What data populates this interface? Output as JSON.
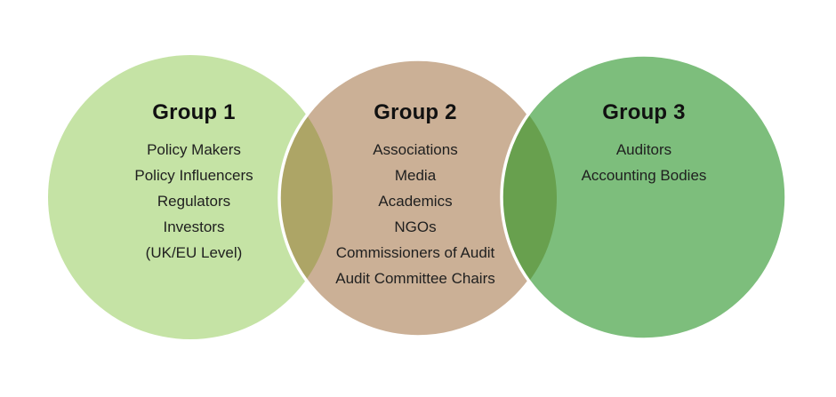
{
  "venn": {
    "background": "#ffffff",
    "outline_color": "#ffffff",
    "groups": [
      {
        "label": "Group 1",
        "fill": "#c5e3a5",
        "items": [
          "Policy Makers",
          "Policy Influencers",
          "Regulators",
          "Investors",
          "(UK/EU Level)"
        ]
      },
      {
        "label": "Group 2",
        "fill": "#cbb096",
        "items": [
          "Associations",
          "Media",
          "Academics",
          "NGOs",
          "Commissioners of Audit",
          "Audit Committee Chairs"
        ]
      },
      {
        "label": "Group 3",
        "fill": "#7dbe7c",
        "items": [
          "Auditors",
          "Accounting Bodies"
        ]
      }
    ],
    "overlaps": [
      {
        "name": "group1-group2",
        "fill": "#ada566"
      },
      {
        "name": "group2-group3",
        "fill": "#68a04e"
      }
    ]
  }
}
